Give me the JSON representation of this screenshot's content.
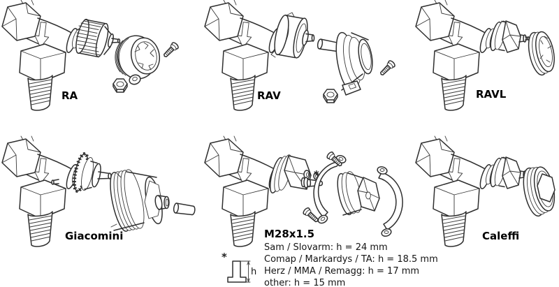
{
  "page": {
    "background": "#ffffff",
    "line_color": "#2f2f2f",
    "text_color": "#000000",
    "description": "Exploded technical line drawings of six thermostatic radiator valve types with their matching adapters"
  },
  "figures": [
    {
      "id": "ra",
      "label": "RA"
    },
    {
      "id": "rav",
      "label": "RAV"
    },
    {
      "id": "ravl",
      "label": "RAVL"
    },
    {
      "id": "giacomini",
      "label": "Giacomini"
    },
    {
      "id": "m28",
      "label": "M28x1.5",
      "notes": [
        "Sam / Slovarm: h = 24 mm",
        "Comap / Markardys / TA: h = 18.5 mm",
        "Herz / MMA / Remagg: h = 17 mm",
        "other: h = 15 mm"
      ]
    },
    {
      "id": "caleffi",
      "label": "Caleffi"
    }
  ],
  "dimension_key": {
    "marker": "*",
    "dimension_label": "h"
  }
}
